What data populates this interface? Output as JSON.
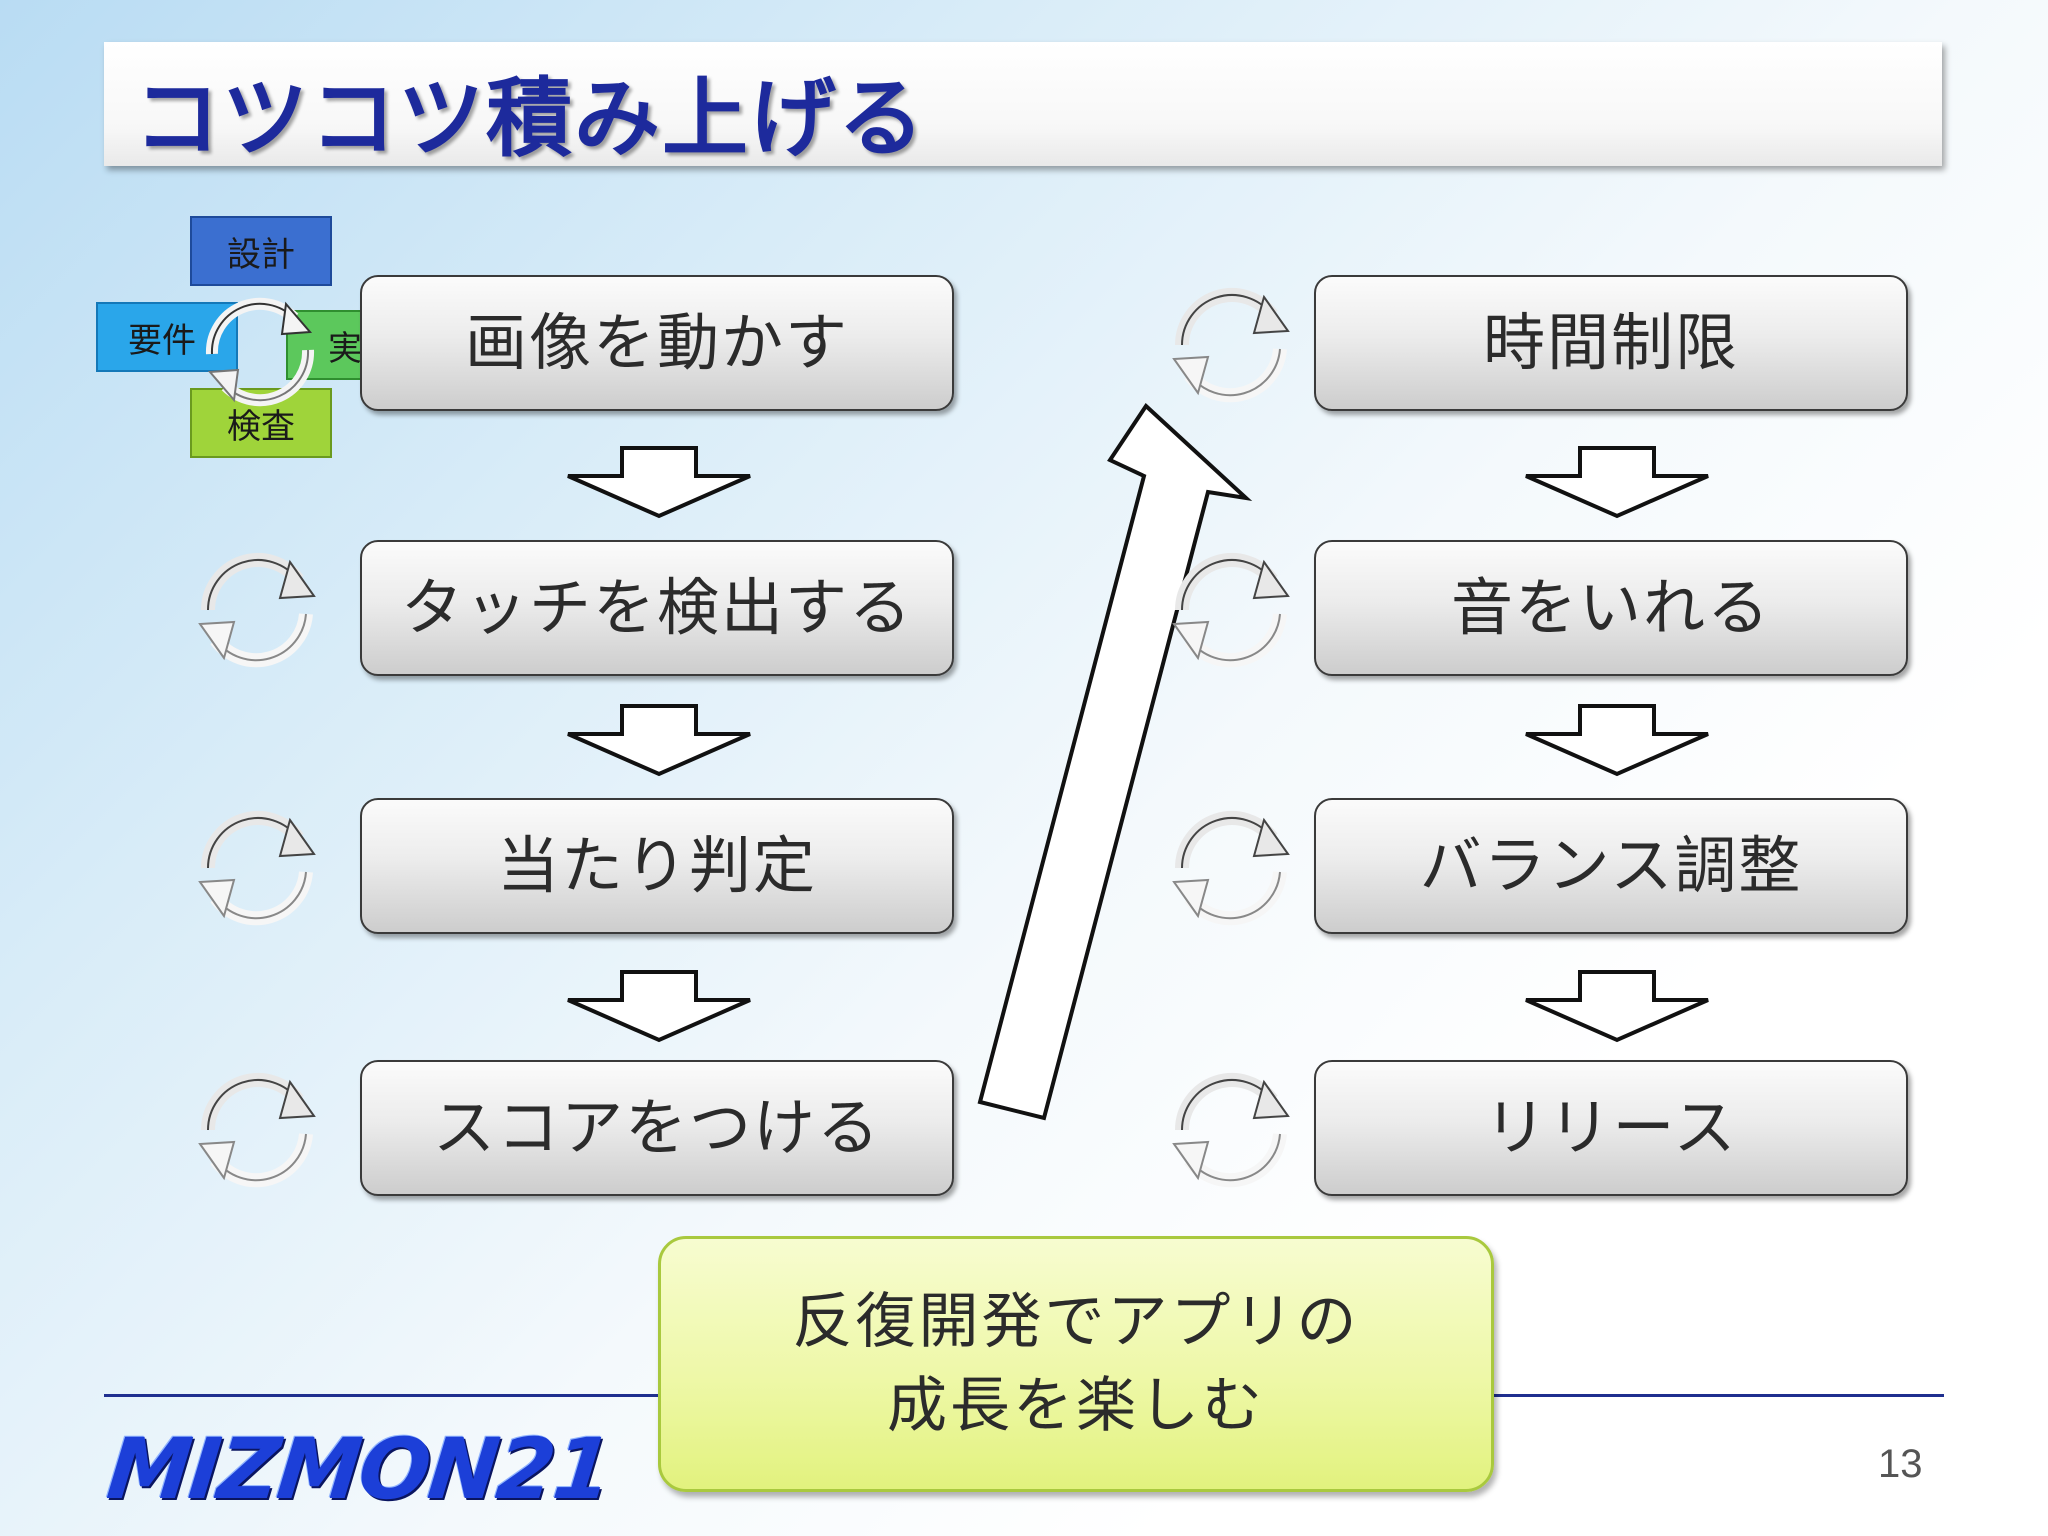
{
  "title": "コツコツ積み上げる",
  "left_steps": [
    {
      "label": "画像を動かす"
    },
    {
      "label": "タッチを検出する"
    },
    {
      "label": "当たり判定"
    },
    {
      "label": "スコアをつける"
    }
  ],
  "right_steps": [
    {
      "label": "時間制限"
    },
    {
      "label": "音をいれる"
    },
    {
      "label": "バランス調整"
    },
    {
      "label": "リリース"
    }
  ],
  "mini_cycle": {
    "design": "設計",
    "requirements": "要件",
    "implementation": "実装",
    "inspection": "検査"
  },
  "callout": {
    "line1": "反復開発でアプリの",
    "line2": "成長を楽しむ"
  },
  "logo": "MIZMON21",
  "page_number": "13",
  "colors": {
    "title_text": "#1d2a9c",
    "design_box": "#3b6fd0",
    "requirements_box": "#2aa6ea",
    "implementation_box": "#5cc85c",
    "inspection_box": "#9fd43a",
    "callout_fill": "#eef8a8",
    "footer_line": "#1f2f8f"
  }
}
